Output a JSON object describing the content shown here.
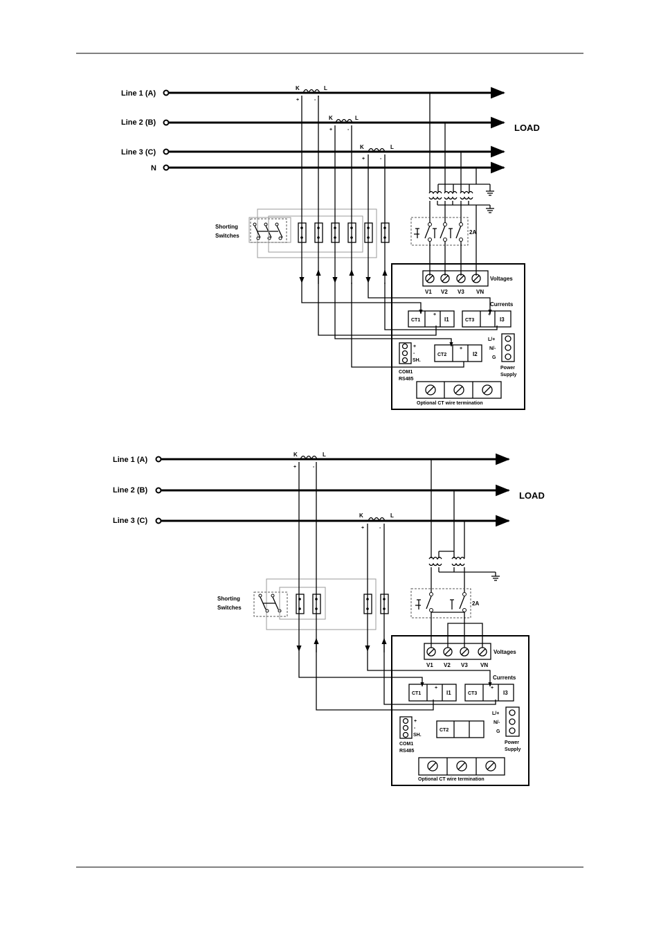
{
  "diagram1": {
    "lines": [
      "Line 1 (A)",
      "Line 2 (B)",
      "Line 3 (C)",
      "N"
    ],
    "load": "LOAD",
    "ct_k": "K",
    "ct_l": "L",
    "ct_plus": "+",
    "ct_minus": "-",
    "shorting": [
      "Shorting",
      "Switches"
    ],
    "fuse": "2A",
    "voltages": "Voltages",
    "v_labels": [
      "V1",
      "V2",
      "V3",
      "VN"
    ],
    "currents": "Currents",
    "ct_blocks": [
      {
        "ct": "CT1",
        "i": "I1"
      },
      {
        "ct": "CT3",
        "i": "I3"
      },
      {
        "ct": "CT2",
        "i": "I2"
      }
    ],
    "com": [
      "COM1",
      "RS485"
    ],
    "com_pins": [
      "+",
      "-",
      "SH."
    ],
    "power_pins": [
      "L/+",
      "N/-",
      "G"
    ],
    "power": [
      "Power",
      "Supply"
    ],
    "optional": "Optional CT wire termination"
  },
  "diagram2": {
    "lines": [
      "Line 1 (A)",
      "Line 2 (B)",
      "Line 3 (C)"
    ],
    "load": "LOAD",
    "ct_k": "K",
    "ct_l": "L",
    "ct_plus": "+",
    "ct_minus": "-",
    "shorting": [
      "Shorting",
      "Switches"
    ],
    "fuse": "2A",
    "voltages": "Voltages",
    "v_labels": [
      "V1",
      "V2",
      "V3",
      "VN"
    ],
    "currents": "Currents",
    "ct_blocks": [
      {
        "ct": "CT1",
        "i": "I1"
      },
      {
        "ct": "CT3",
        "i": "I3"
      },
      {
        "ct": "CT2",
        "i": ""
      }
    ],
    "com": [
      "COM1",
      "RS485"
    ],
    "com_pins": [
      "+",
      "-",
      "SH."
    ],
    "power_pins": [
      "L/+",
      "N/-",
      "G"
    ],
    "power": [
      "Power",
      "Supply"
    ],
    "optional": "Optional CT wire termination"
  }
}
